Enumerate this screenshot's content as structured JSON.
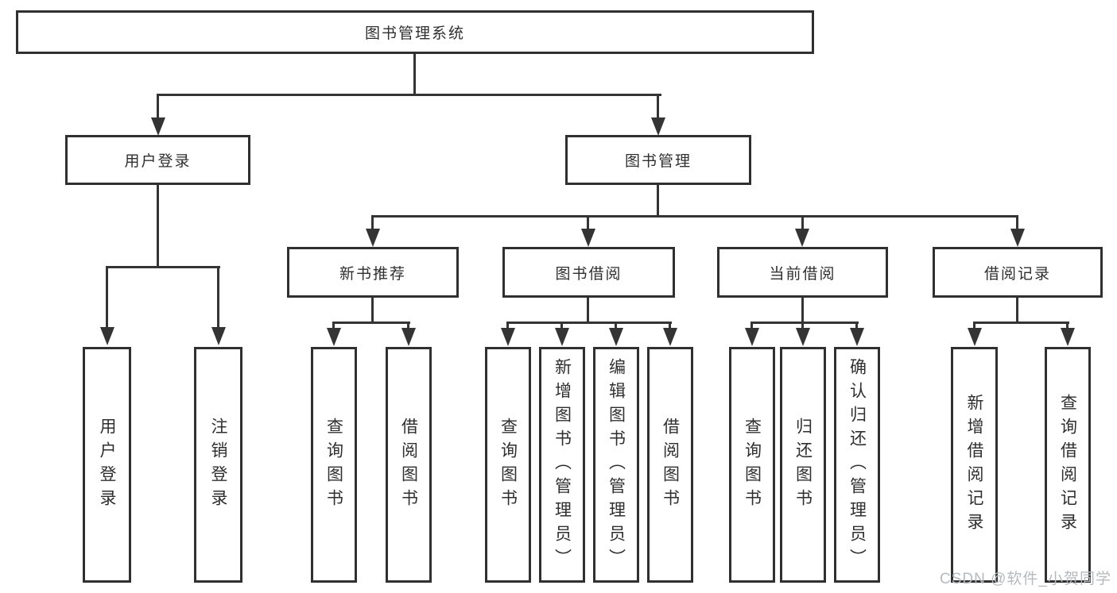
{
  "tree": {
    "root": {
      "label": "图书管理系统",
      "children": [
        {
          "label": "用户登录",
          "children": [
            {
              "label": "用户登录"
            },
            {
              "label": "注销登录"
            }
          ]
        },
        {
          "label": "图书管理",
          "children": [
            {
              "label": "新书推荐",
              "children": [
                {
                  "label": "查询图书"
                },
                {
                  "label": "借阅图书"
                }
              ]
            },
            {
              "label": "图书借阅",
              "children": [
                {
                  "label": "查询图书"
                },
                {
                  "label": "新增图书（管理员）"
                },
                {
                  "label": "编辑图书（管理员）"
                },
                {
                  "label": "借阅图书"
                }
              ]
            },
            {
              "label": "当前借阅",
              "children": [
                {
                  "label": "查询图书"
                },
                {
                  "label": "归还图书"
                },
                {
                  "label": "确认归还（管理员）"
                }
              ]
            },
            {
              "label": "借阅记录",
              "children": [
                {
                  "label": "新增借阅记录"
                },
                {
                  "label": "查询借阅记录"
                }
              ]
            }
          ]
        }
      ]
    }
  },
  "watermark": {
    "text": "CSDN @软件_小贺同学"
  },
  "colors": {
    "line": "#343434",
    "box_border": "#303030",
    "box_fill": "#ffffff",
    "text": "#2f2f2f",
    "watermark": "#b6b9bd"
  }
}
